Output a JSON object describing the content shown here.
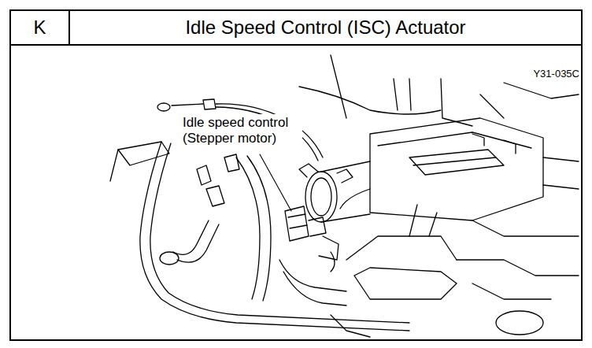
{
  "diagram": {
    "title": "Idle Speed Control (ISC) Actuator",
    "labels": [
      "K",
      "Y31-035C",
      "Idle speed control (Stepper motor)"
    ]
  }
}
